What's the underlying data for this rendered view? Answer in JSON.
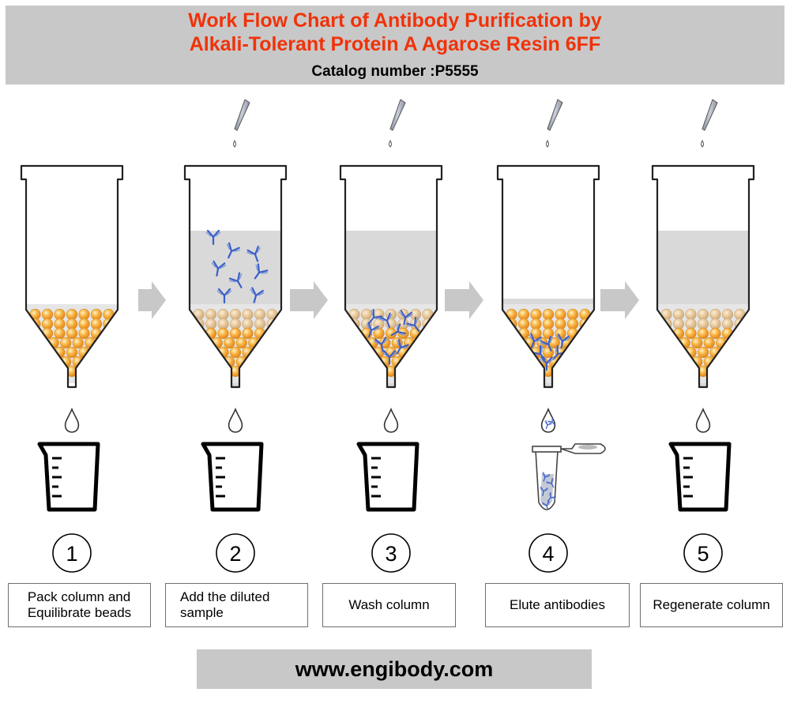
{
  "header": {
    "title_line_1": "Work Flow Chart of Antibody Purification by",
    "title_line_2": "Alkali-Tolerant Protein A Agarose Resin 6FF",
    "catalog": "Catalog number :P5555"
  },
  "steps": [
    {
      "number": "1",
      "label": "Pack column and\nEquilibrate beads"
    },
    {
      "number": "2",
      "label": "Add the diluted\nsample"
    },
    {
      "number": "3",
      "label": "Wash column"
    },
    {
      "number": "4",
      "label": "Elute antibodies"
    },
    {
      "number": "5",
      "label": "Regenerate column"
    }
  ],
  "footer": {
    "url": "www.engibody.com"
  },
  "colors": {
    "title": "#f0320a",
    "bead": "#f5a623",
    "antibody": "#3a5fc8",
    "liquid": "#d9d9d9",
    "arrow": "#c8c8c8"
  }
}
